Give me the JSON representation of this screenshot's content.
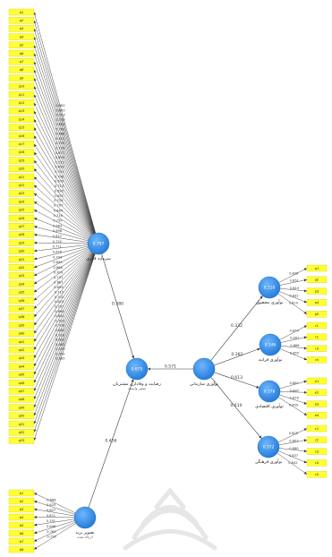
{
  "colors": {
    "construct": "#2f8be6",
    "construct_edge": "#1f6fc4",
    "indicator": "#ffff33",
    "indicator_edge": "#c9c400",
    "line": "#3a3a3a",
    "watermark": "#e6e6e6"
  },
  "constructs": [
    {
      "id": "ic",
      "name": "سرمایه فکری",
      "r2": "0.797",
      "indicators": [
        {
          "label": "q1",
          "loading": "0.682"
        },
        {
          "label": "q2",
          "loading": "0.650"
        },
        {
          "label": "q3",
          "loading": "0.703"
        },
        {
          "label": "q4",
          "loading": "0.719"
        },
        {
          "label": "q5",
          "loading": "0.662"
        },
        {
          "label": "q6",
          "loading": "0.741"
        },
        {
          "label": "q7",
          "loading": "0.688"
        },
        {
          "label": "q8",
          "loading": "0.612"
        },
        {
          "label": "q9",
          "loading": "0.705"
        },
        {
          "label": "q10",
          "loading": "0.733"
        },
        {
          "label": "q11",
          "loading": "0.671"
        },
        {
          "label": "q12",
          "loading": "0.694"
        },
        {
          "label": "q13",
          "loading": "0.722"
        },
        {
          "label": "q14",
          "loading": "0.658"
        },
        {
          "label": "q15",
          "loading": "0.701"
        },
        {
          "label": "q16",
          "loading": "0.746"
        },
        {
          "label": "q17",
          "loading": "0.679"
        },
        {
          "label": "q18",
          "loading": "0.713"
        },
        {
          "label": "q19",
          "loading": "0.690"
        },
        {
          "label": "q20",
          "loading": "0.635"
        },
        {
          "label": "q21",
          "loading": "0.728"
        },
        {
          "label": "q22",
          "loading": "0.707"
        },
        {
          "label": "q23",
          "loading": "0.664"
        },
        {
          "label": "q24",
          "loading": "0.716"
        },
        {
          "label": "q25",
          "loading": "0.739"
        },
        {
          "label": "q26",
          "loading": "0.683"
        },
        {
          "label": "q27",
          "loading": "0.698"
        },
        {
          "label": "q28",
          "loading": "0.652"
        },
        {
          "label": "q29",
          "loading": "0.720"
        },
        {
          "label": "q30",
          "loading": "0.711"
        },
        {
          "label": "q31",
          "loading": "0.676"
        },
        {
          "label": "q32",
          "loading": "0.744"
        },
        {
          "label": "q33",
          "loading": "0.693"
        },
        {
          "label": "q34",
          "loading": "0.668"
        },
        {
          "label": "q35",
          "loading": "0.709"
        },
        {
          "label": "q36",
          "loading": "0.731"
        },
        {
          "label": "q37",
          "loading": "0.687"
        },
        {
          "label": "q38",
          "loading": "0.659"
        },
        {
          "label": "q39",
          "loading": "0.715"
        },
        {
          "label": "q40",
          "loading": "0.702"
        },
        {
          "label": "q41",
          "loading": "0.674"
        },
        {
          "label": "q42",
          "loading": "0.737"
        },
        {
          "label": "q43",
          "loading": "0.696"
        },
        {
          "label": "q44",
          "loading": "0.641"
        },
        {
          "label": "q45",
          "loading": "0.724"
        },
        {
          "label": "q46",
          "loading": "0.706"
        },
        {
          "label": "q47",
          "loading": "0.681"
        },
        {
          "label": "q48",
          "loading": "0.718"
        },
        {
          "label": "q49",
          "loading": "0.692"
        },
        {
          "label": "q50",
          "loading": "0.663"
        },
        {
          "label": "q51",
          "loading": "0.729"
        },
        {
          "label": "q52",
          "loading": "0.700"
        },
        {
          "label": "q53",
          "loading": "0.685"
        }
      ]
    },
    {
      "id": "cs",
      "name": "رضایت و وفاداری مشتریان",
      "sub": "متغیر وابسته",
      "r2": "0.675",
      "indicators": []
    },
    {
      "id": "ino",
      "name": "نوآوری سازمانی",
      "indicators": []
    },
    {
      "id": "bi",
      "name": "تصویر برند",
      "sub": "ادراک شده",
      "indicators": [
        {
          "label": "b1",
          "loading": "0.688"
        },
        {
          "label": "b2",
          "loading": "0.825"
        },
        {
          "label": "b3",
          "loading": "0.807"
        },
        {
          "label": "b4",
          "loading": "0.821"
        },
        {
          "label": "b5",
          "loading": "0.791"
        },
        {
          "label": "b6",
          "loading": "0.846"
        },
        {
          "label": "b7",
          "loading": "0.762"
        },
        {
          "label": "b8",
          "loading": "0.730"
        }
      ]
    },
    {
      "id": "d1",
      "name": "نوآوری محصول",
      "r2": "0.110",
      "indicators": [
        {
          "label": "p1",
          "loading": "0.826"
        },
        {
          "label": "p2",
          "loading": "0.851"
        },
        {
          "label": "p3",
          "loading": "0.843"
        },
        {
          "label": "p4",
          "loading": "0.832"
        },
        {
          "label": "p5",
          "loading": "0.810"
        }
      ]
    },
    {
      "id": "d2",
      "name": "نوآوری فرایند",
      "r2": "0.146",
      "indicators": [
        {
          "label": "r1",
          "loading": "0.874"
        },
        {
          "label": "r2",
          "loading": "0.891"
        },
        {
          "label": "r3",
          "loading": "0.868"
        },
        {
          "label": "r4",
          "loading": "0.855"
        }
      ]
    },
    {
      "id": "d3",
      "name": "نوآوری اقتصادی",
      "r2": "0.376",
      "indicators": [
        {
          "label": "e1",
          "loading": "0.867"
        },
        {
          "label": "e2",
          "loading": "0.887"
        },
        {
          "label": "e3",
          "loading": "0.876"
        },
        {
          "label": "e4",
          "loading": "0.859"
        }
      ]
    },
    {
      "id": "d4",
      "name": "نوآوری فرهنگی",
      "r2": "0.372",
      "indicators": [
        {
          "label": "c1",
          "loading": "0.825"
        },
        {
          "label": "c2",
          "loading": "0.853"
        },
        {
          "label": "c3",
          "loading": "0.860"
        },
        {
          "label": "c4",
          "loading": "0.837"
        },
        {
          "label": "c5",
          "loading": "0.842"
        }
      ]
    }
  ],
  "paths": [
    {
      "from": "ic",
      "to": "cs",
      "coef": "0.380"
    },
    {
      "from": "bi",
      "to": "cs",
      "coef": "0.456"
    },
    {
      "from": "ino",
      "to": "cs",
      "coef": "0.571"
    },
    {
      "from": "ino",
      "to": "d1",
      "coef": "0.332"
    },
    {
      "from": "ino",
      "to": "d2",
      "coef": "0.382"
    },
    {
      "from": "ino",
      "to": "d3",
      "coef": "0.613"
    },
    {
      "from": "ino",
      "to": "d4",
      "coef": "0.610"
    }
  ]
}
